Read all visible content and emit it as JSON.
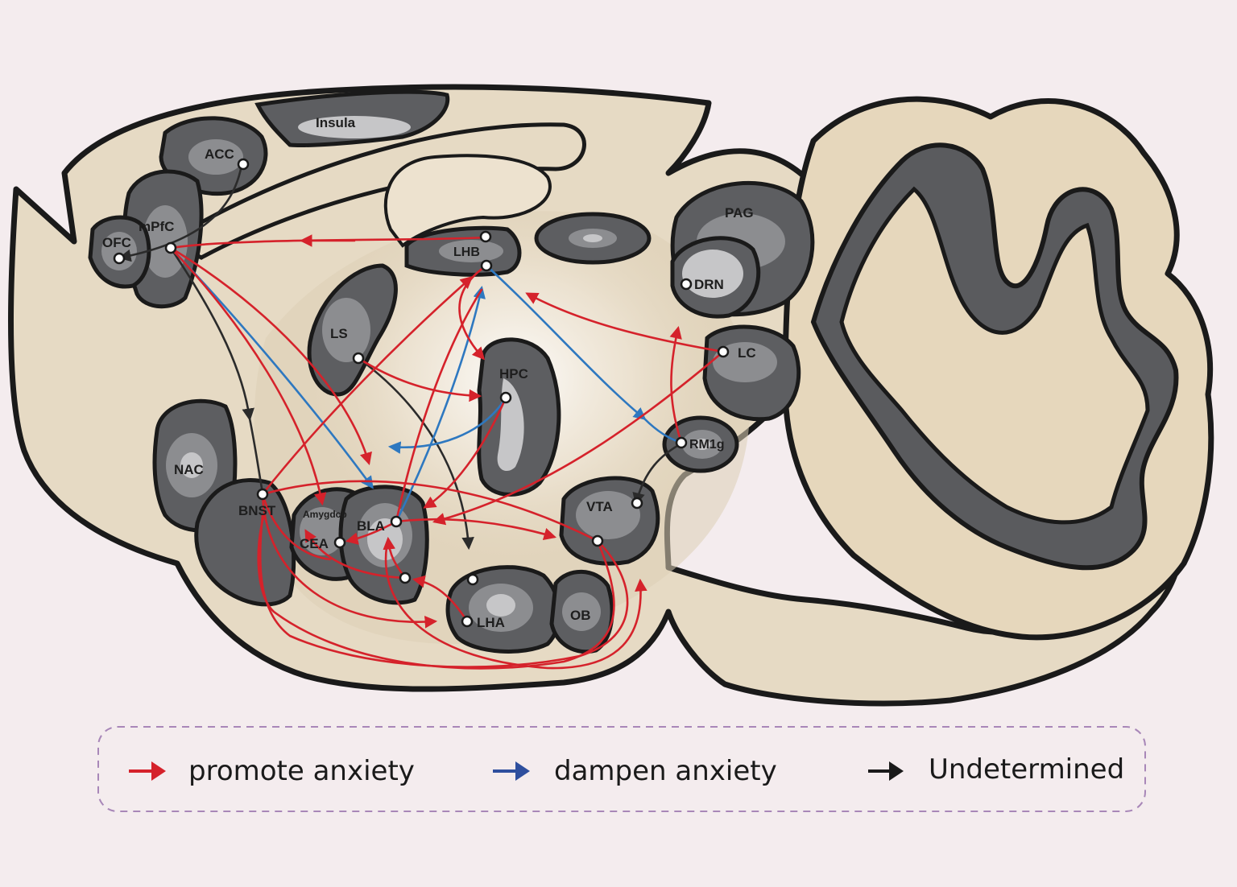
{
  "colors": {
    "background": "#f4ecee",
    "brain_fill": "#e6dac4",
    "cerebellum_fill": "#e6d7bc",
    "region_fill": "#5d5e61",
    "region_mid": "#8c8d90",
    "region_light": "#c6c6c8",
    "outline": "#1a1a1a",
    "promote": "#d5222b",
    "dampen": "#2e78c0",
    "undetermined": "#2b2b2b",
    "legend_border": "#a887b8"
  },
  "regions": {
    "insula": "Insula",
    "acc": "ACC",
    "mpfc": "mPfC",
    "ofc": "OFC",
    "lhb": "LHB",
    "pag": "PAG",
    "drn": "DRN",
    "ls": "LS",
    "hpc": "HPC",
    "lc": "LC",
    "rm1g": "RM1g",
    "nac": "NAC",
    "bnst": "BNST",
    "amygdcb": "Amygdcb",
    "cea": "CEA",
    "bla": "BLA",
    "vta": "VTA",
    "lha": "LHA",
    "ob": "OB"
  },
  "legend": {
    "promote": {
      "label": "promote anxiety",
      "icon": "red-arrow-icon"
    },
    "dampen": {
      "label": "dampen anxiety",
      "icon": "blue-arrow-icon"
    },
    "undetermined": {
      "label": "Undetermined",
      "icon": "black-arrow-icon"
    }
  }
}
